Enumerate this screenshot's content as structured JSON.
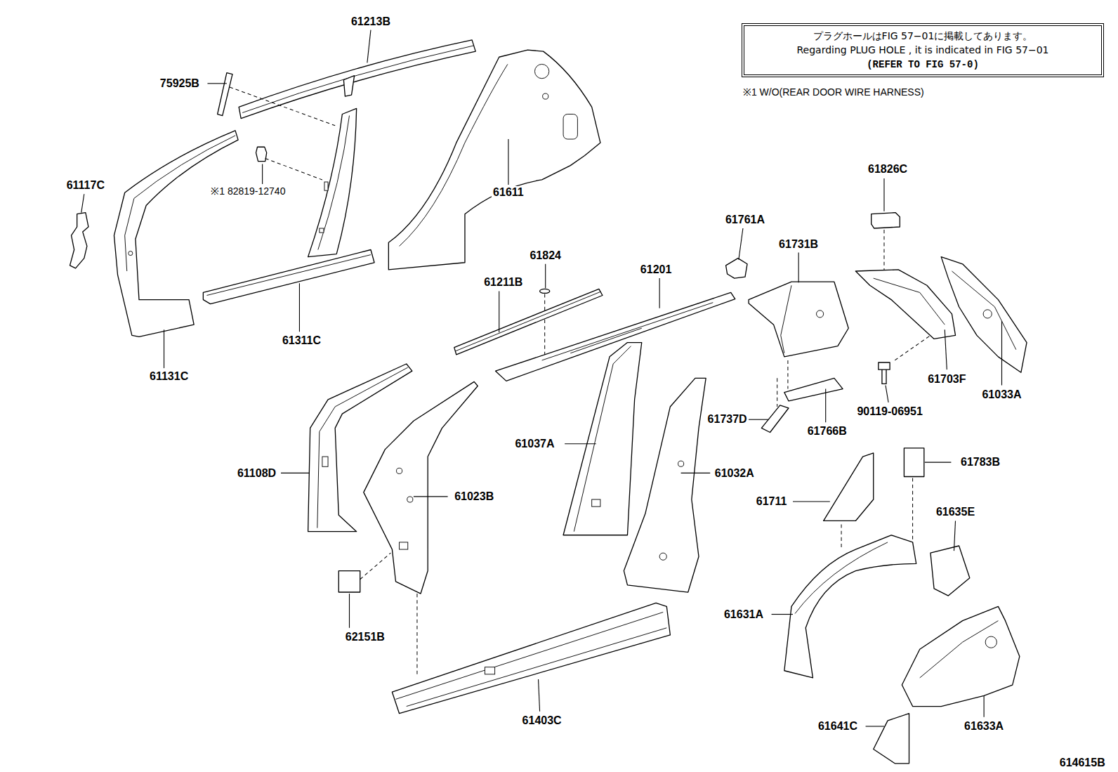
{
  "diagram": {
    "nodes": [
      {
        "text": [
          "プラグホールはFIG 57−01に掲載してあります。",
          "Regarding PLUG HOLE , it is indicated in FIG 57−01",
          "(REFER TO FIG 57-0)"
        ]
      }
    ],
    "labels": [
      "61213B",
      "75925B",
      "61117C",
      "※1 82819-12740",
      "61611",
      "※1 W/O(REAR DOOR WIRE HARNESS)",
      "61826C",
      "61761A",
      "61731B",
      "61824",
      "61201",
      "61211B",
      "61311C",
      "61131C",
      "61703F",
      "61033A",
      "90119-06951",
      "61737D",
      "61766B",
      "61037A",
      "61783B",
      "61108D",
      "61032A",
      "61023B",
      "61711",
      "61635E",
      "62151B",
      "61631A",
      "61403C",
      "61641C",
      "61633A",
      "614615B"
    ]
  }
}
